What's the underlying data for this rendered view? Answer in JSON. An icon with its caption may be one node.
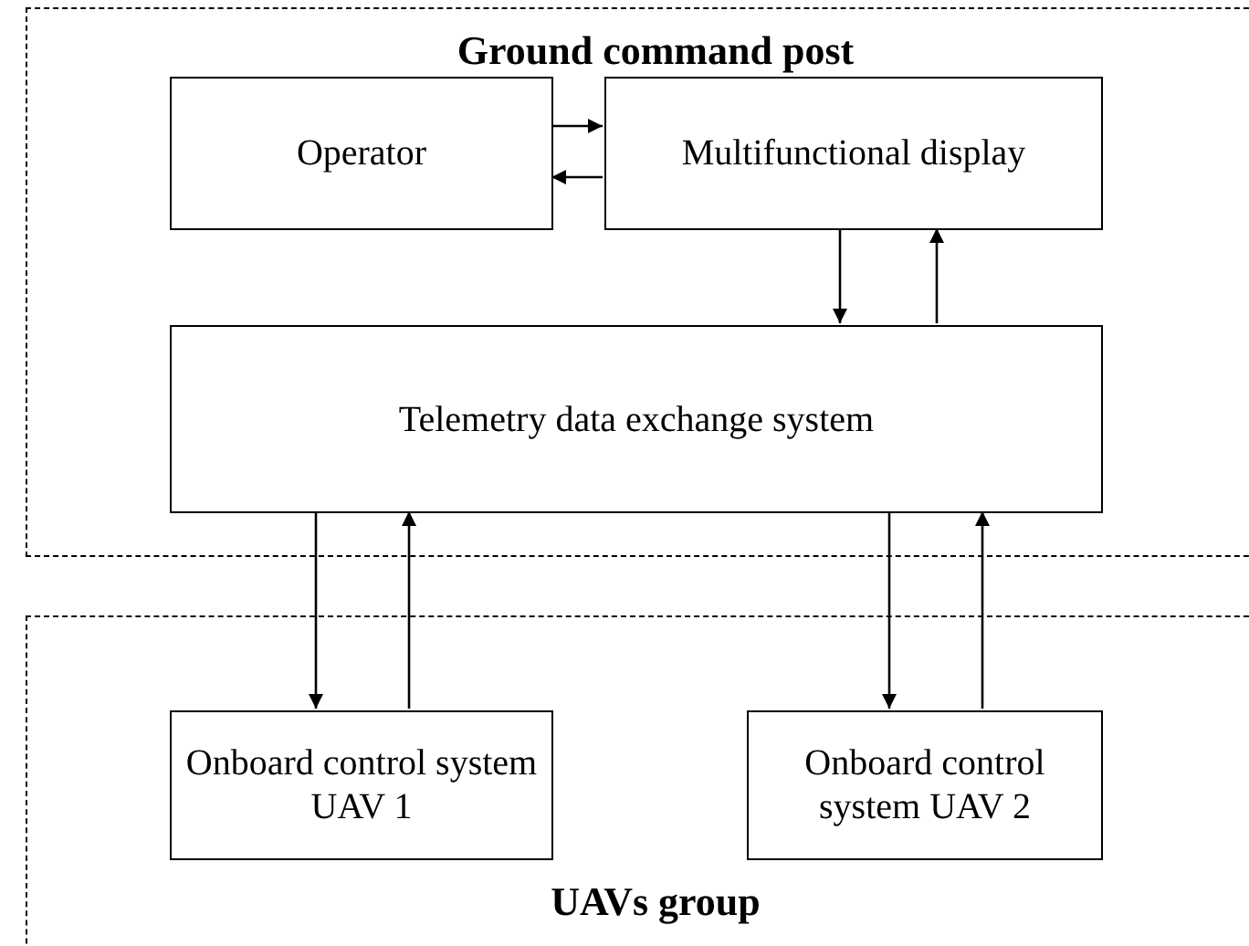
{
  "diagram": {
    "nodes": [
      {
        "text": [
          "Ground command post"
        ]
      },
      {
        "text": [
          "Operator"
        ],
        "in": 0
      },
      {
        "text": [
          "Multifunctional display"
        ],
        "in": 0
      },
      {
        "text": [
          "Telemetry data exchange system"
        ],
        "in": 0
      },
      {
        "text": [
          "UAVs group"
        ]
      },
      {
        "text": [
          "Onboard control system UAV 1"
        ],
        "in": 4
      },
      {
        "text": [
          "Onboard control system UAV 2"
        ],
        "in": 4
      }
    ],
    "edges": [
      {
        "from": 1,
        "to": 2,
        "arrow": "to"
      },
      {
        "from": 2,
        "to": 1,
        "arrow": "to"
      },
      {
        "from": 2,
        "to": 3,
        "arrow": "to"
      },
      {
        "from": 3,
        "to": 2,
        "arrow": "to"
      },
      {
        "from": 3,
        "to": 5,
        "arrow": "to"
      },
      {
        "from": 5,
        "to": 3,
        "arrow": "to"
      },
      {
        "from": 3,
        "to": 6,
        "arrow": "to"
      },
      {
        "from": 6,
        "to": 3,
        "arrow": "to"
      }
    ]
  }
}
